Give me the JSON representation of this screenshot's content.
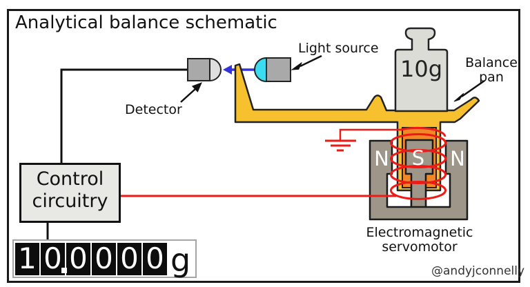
{
  "title": "Analytical balance schematic",
  "labels": {
    "light_source": "Light source",
    "detector": "Detector",
    "balance_pan_line1": "Balance",
    "balance_pan_line2": "pan",
    "servo_line1": "Electromagnetic",
    "servo_line2": "servomotor",
    "weight": "10g"
  },
  "magnet_poles": {
    "left": "N",
    "center": "S",
    "right": "N"
  },
  "control_box": {
    "line1": "Control",
    "line2": "circuitry"
  },
  "display": {
    "digits": [
      "1",
      "0",
      "0",
      "0",
      "0",
      "0"
    ],
    "unit": "g",
    "value": "10.0000g"
  },
  "attribution": "@andyjconnelly",
  "colors": {
    "beam_yellow": "#f6c02e",
    "coil_core_orange": "#f08828",
    "magnet_gray": "#9d9689",
    "weight_gray": "#dcdcd7",
    "device_gray": "#a9a9a9",
    "detector_dome": "#dedede",
    "light_cyan": "#3cdcf0",
    "wire_black": "#111111",
    "wire_red": "#ee1a15",
    "beam_blue": "#3333dd",
    "box_gray": "#e8e8e4"
  }
}
